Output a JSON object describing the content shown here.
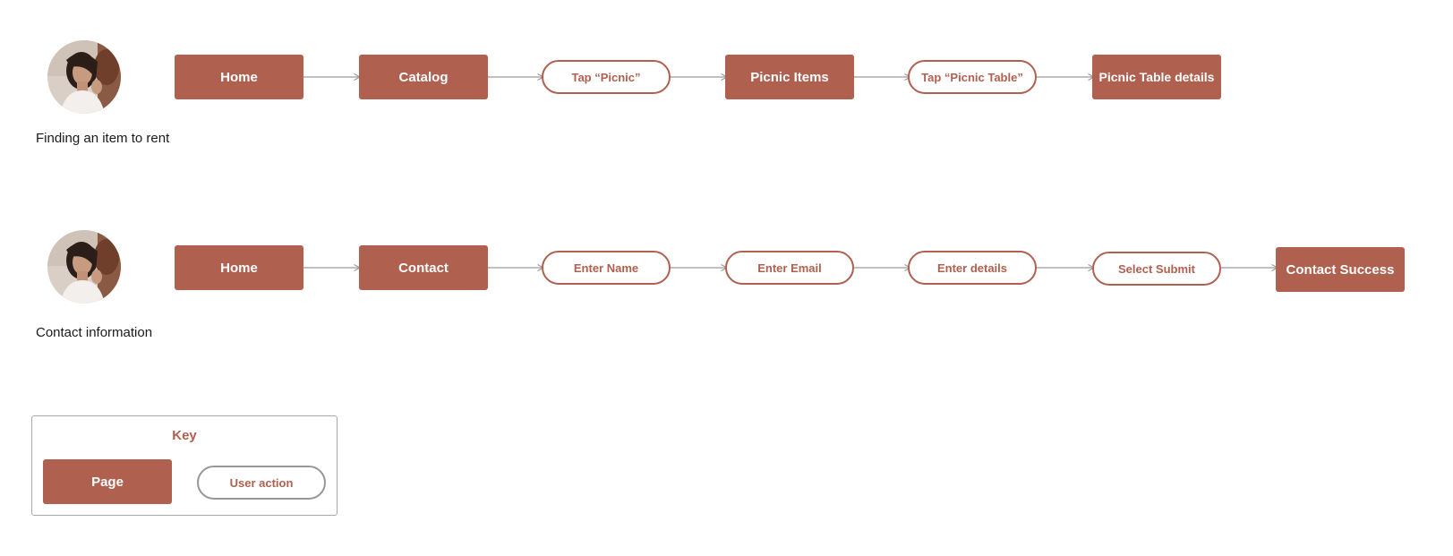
{
  "colors": {
    "page": "#b0604f",
    "action_border": "#b0604f",
    "action_text": "#b0604f",
    "connector": "#9a9a9a",
    "key_border": "#a9a9a9"
  },
  "flows": [
    {
      "persona_label": "Finding an item to rent",
      "steps": [
        {
          "type": "page",
          "label": "Home"
        },
        {
          "type": "page",
          "label": "Catalog"
        },
        {
          "type": "action",
          "label": "Tap “Picnic”"
        },
        {
          "type": "page",
          "label": "Picnic Items"
        },
        {
          "type": "action",
          "label": "Tap “Picnic Table”"
        },
        {
          "type": "page",
          "label": "Picnic Table  details"
        }
      ]
    },
    {
      "persona_label": "Contact information",
      "steps": [
        {
          "type": "page",
          "label": "Home"
        },
        {
          "type": "page",
          "label": "Contact"
        },
        {
          "type": "action",
          "label": "Enter Name"
        },
        {
          "type": "action",
          "label": "Enter Email"
        },
        {
          "type": "action",
          "label": "Enter details"
        },
        {
          "type": "action",
          "label": "Select Submit"
        },
        {
          "type": "page",
          "label": "Contact Success"
        }
      ]
    }
  ],
  "key": {
    "title": "Key",
    "page_label": "Page",
    "action_label": "User action"
  }
}
